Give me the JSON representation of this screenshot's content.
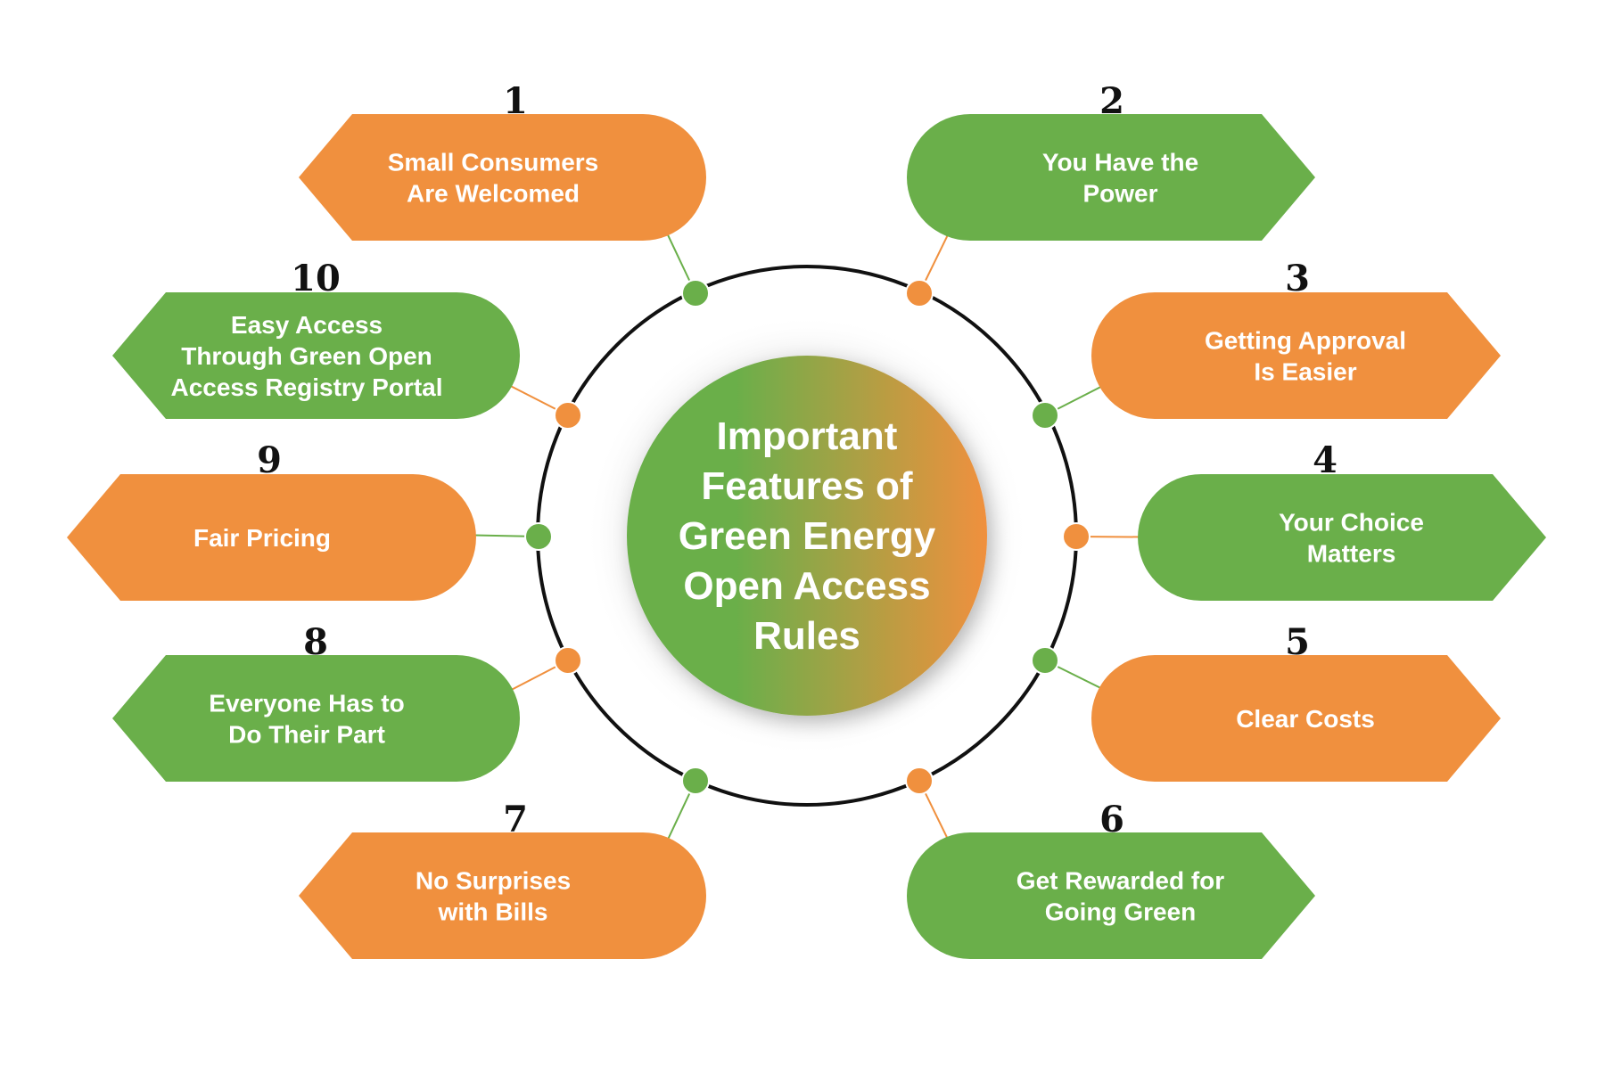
{
  "title_lines": [
    "Important",
    "Features of",
    "Green Energy",
    "Open Access",
    "Rules"
  ],
  "colors": {
    "orange": "#F0903E",
    "green": "#6AAF4A",
    "ring": "#111111",
    "text_on_shape": "#ffffff",
    "number": "#111111",
    "center_gradient_start": "#6AAF4A",
    "center_gradient_end": "#F0903E"
  },
  "features": [
    {
      "number": "1",
      "lines": [
        "Small Consumers",
        "Are Welcomed"
      ],
      "color": "orange"
    },
    {
      "number": "2",
      "lines": [
        "You Have the",
        "Power"
      ],
      "color": "green"
    },
    {
      "number": "3",
      "lines": [
        "Getting Approval",
        "Is Easier"
      ],
      "color": "orange"
    },
    {
      "number": "4",
      "lines": [
        "Your Choice",
        "Matters"
      ],
      "color": "green"
    },
    {
      "number": "5",
      "lines": [
        "Clear Costs"
      ],
      "color": "orange"
    },
    {
      "number": "6",
      "lines": [
        "Get Rewarded for",
        "Going Green"
      ],
      "color": "green"
    },
    {
      "number": "7",
      "lines": [
        "No Surprises",
        "with Bills"
      ],
      "color": "orange"
    },
    {
      "number": "8",
      "lines": [
        "Everyone Has to",
        "Do Their Part"
      ],
      "color": "green"
    },
    {
      "number": "9",
      "lines": [
        "Fair Pricing"
      ],
      "color": "orange"
    },
    {
      "number": "10",
      "lines": [
        "Easy Access",
        "Through Green Open",
        "Access Registry Portal"
      ],
      "color": "green"
    }
  ]
}
